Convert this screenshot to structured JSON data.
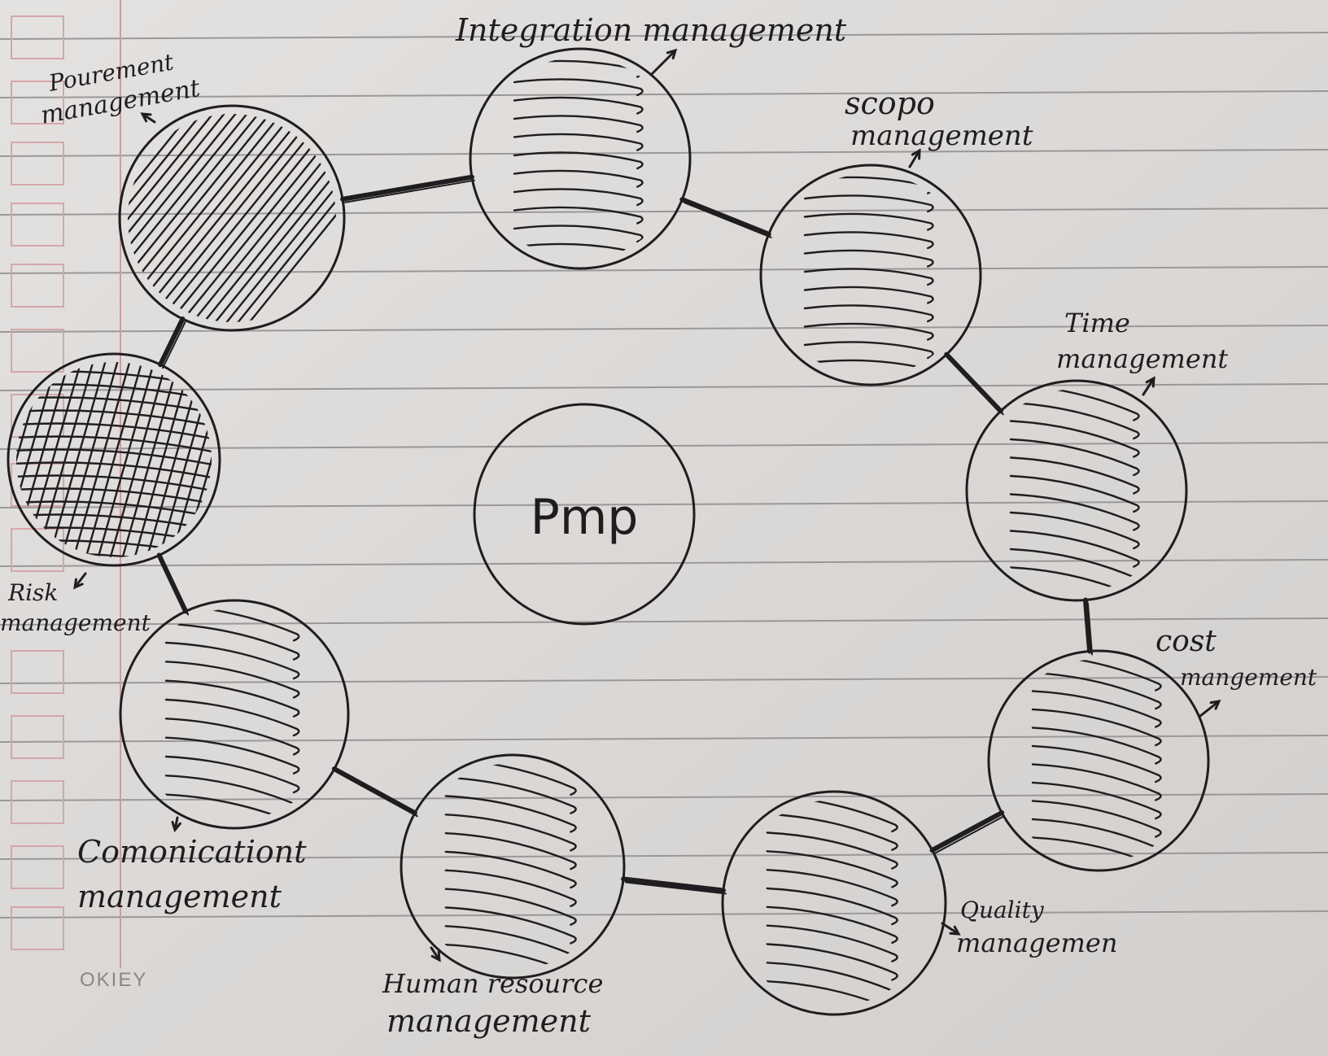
{
  "diagram": {
    "center_label": "Pmp",
    "brand_mark": "OKIEY",
    "nodes": [
      {
        "label_line1": "Integration management",
        "label_line2": "",
        "fill": "hatch"
      },
      {
        "label_line1": "scopo",
        "label_line2": "management",
        "fill": "hatch"
      },
      {
        "label_line1": "Time",
        "label_line2": "management",
        "fill": "hatch"
      },
      {
        "label_line1": "cost",
        "label_line2": "mangement",
        "fill": "hatch"
      },
      {
        "label_line1": "Quality",
        "label_line2": "managemen",
        "fill": "hatch"
      },
      {
        "label_line1": "Human resource",
        "label_line2": "management",
        "fill": "hatch"
      },
      {
        "label_line1": "Comonicationt",
        "label_line2": "management",
        "fill": "hatch"
      },
      {
        "label_line1": "Risk",
        "label_line2": "management",
        "fill": "crosshatch"
      },
      {
        "label_line1": "Pourement",
        "label_line2": "management",
        "fill": "diagonal"
      }
    ],
    "colors": {
      "paper": "#dedbd9",
      "ink": "#1f1d1f",
      "rule_line": "#9a9898",
      "margin_line": "#cf9a9e",
      "margin_box": "#d4a6aa"
    }
  }
}
